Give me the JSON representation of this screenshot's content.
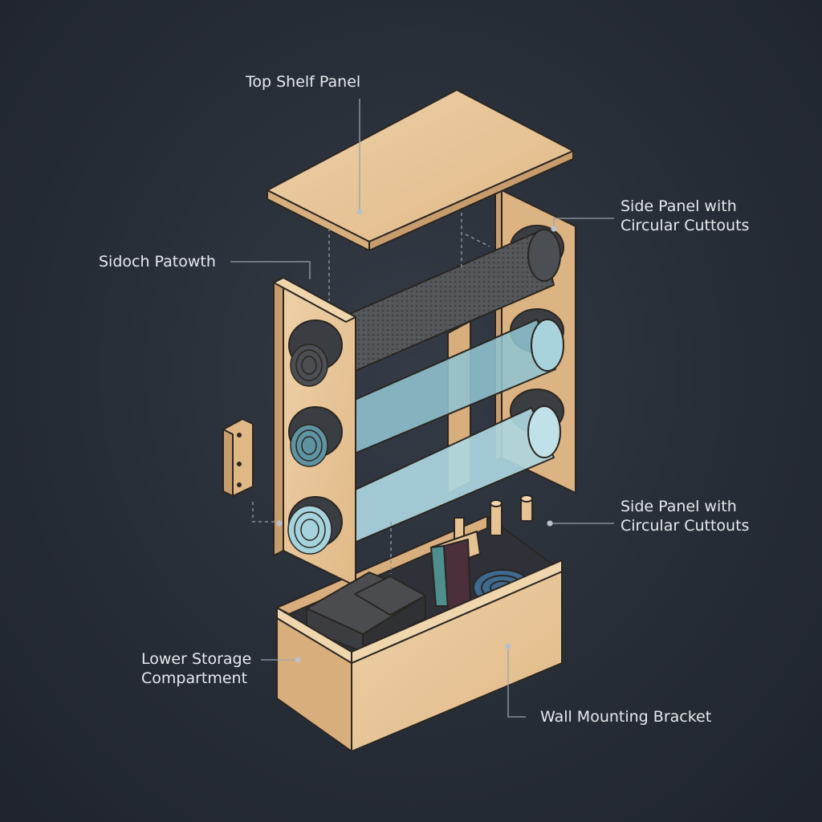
{
  "labels": {
    "top_shelf_panel": "Top Shelf Panel",
    "side_panel_upper": [
      "Side Panel with",
      "Circular Cuttouts"
    ],
    "left_callout": "Sidoch Patowth",
    "side_panel_lower": [
      "Side Panel with",
      "Circular Cuttouts"
    ],
    "lower_storage": [
      "Lower Storage",
      "Compartment"
    ],
    "wall_mounting_bracket": "Wall Mounting Bracket"
  },
  "colors": {
    "background": "#2b313a",
    "wood": "#e9c89c",
    "wood_dark": "#d9ae7d",
    "outline": "#2a2622",
    "mat_dark": "#55585b",
    "mat_blue": "#8fc3cf",
    "mat_light_blue": "#acd6df",
    "block": "#3f4144",
    "leader": "#9aa1aa"
  }
}
